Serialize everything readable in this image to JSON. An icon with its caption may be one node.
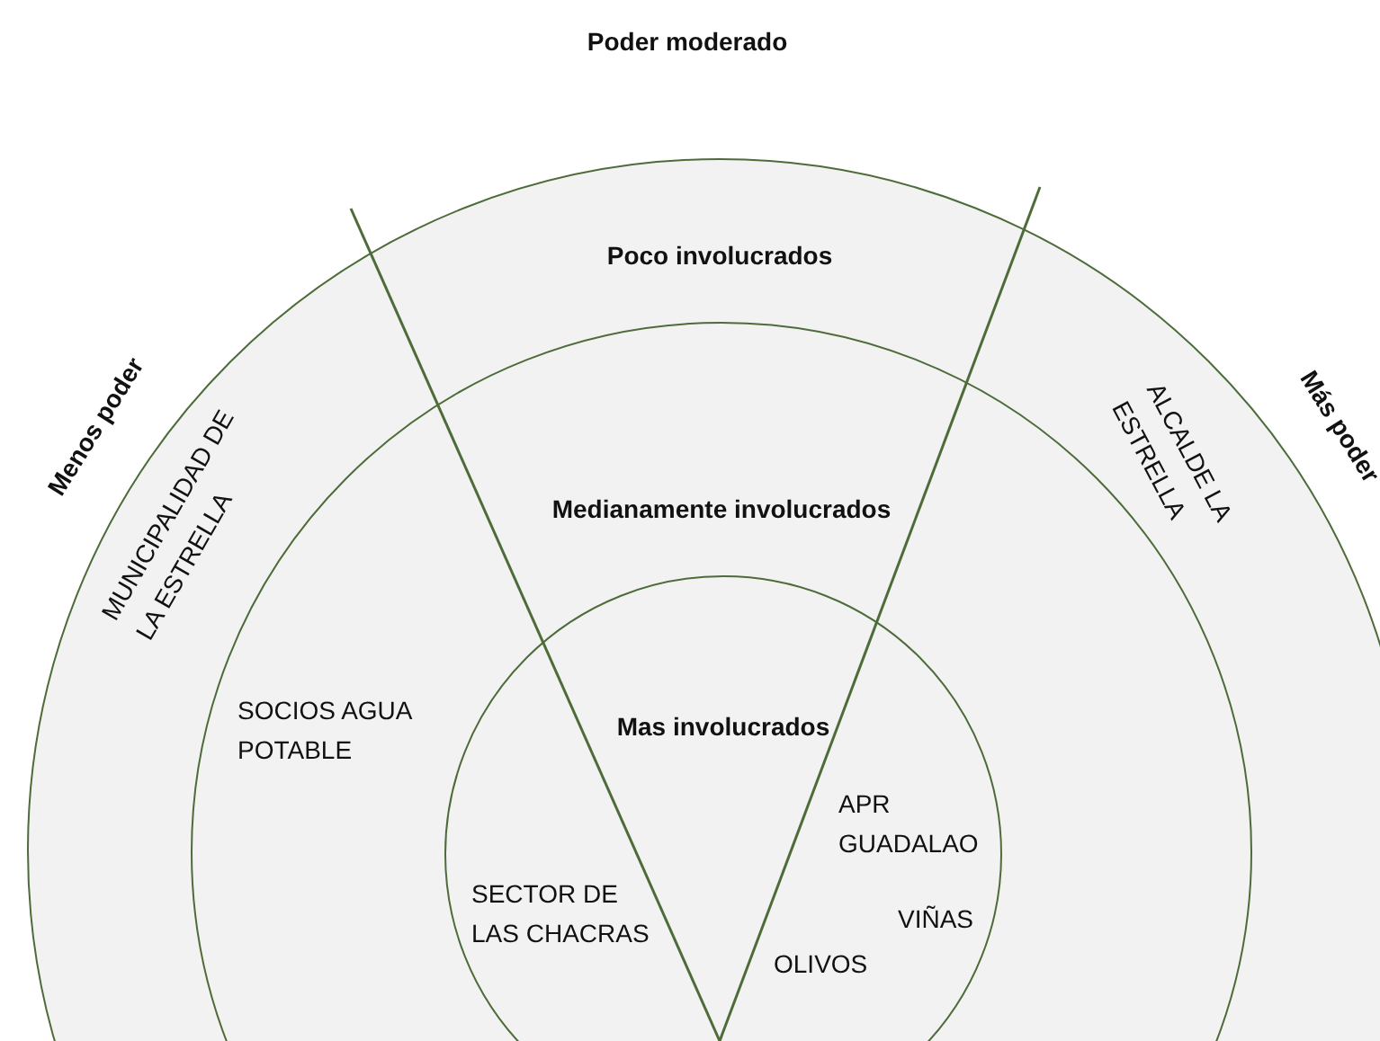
{
  "diagram": {
    "nodes": [
      {
        "text": [
          "Poco involucrados"
        ]
      },
      {
        "text": [
          "Medianamente involucrados"
        ],
        "in": 0
      },
      {
        "text": [
          "Mas involucrados"
        ],
        "in": 1
      }
    ],
    "labels": [
      "Poder moderado",
      "Menos poder",
      "Más poder",
      "MUNICIPALIDAD DE LA ESTRELLA",
      "ALCALDE LA ESTRELLA",
      "SOCIOS AGUA POTABLE",
      "APR GUADALAO",
      "VIÑAS",
      "SECTOR DE LAS CHACRAS",
      "OLIVOS"
    ]
  }
}
